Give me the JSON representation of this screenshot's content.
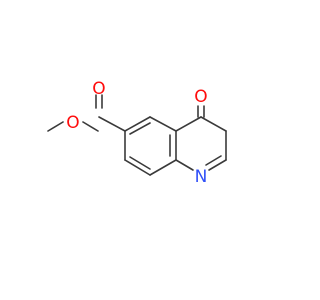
{
  "molecule": {
    "atoms": {
      "ketone_oxygen": "O",
      "ester_carbonyl_oxygen": "O",
      "ester_ether_oxygen": "O",
      "ring_nitrogen": "N"
    },
    "colors": {
      "bond": "#3a3a3a",
      "oxygen": "#ff0d0d",
      "nitrogen": "#3050f8"
    }
  }
}
